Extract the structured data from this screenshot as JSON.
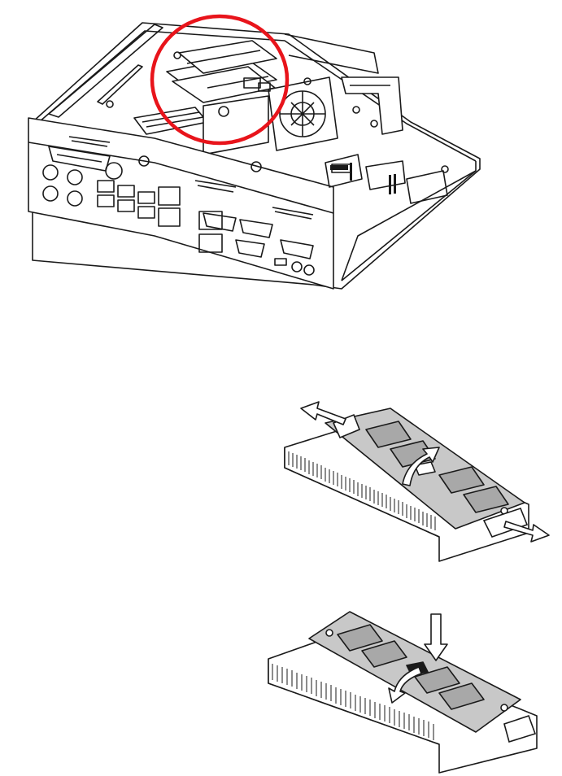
{
  "figures": [
    {
      "name": "chassis-exploded-view",
      "highlight_color": "#e8141b"
    },
    {
      "name": "sodimm-removal-step"
    },
    {
      "name": "sodimm-installation-step"
    }
  ],
  "colors": {
    "line": "#1a1a1a",
    "module_fill": "#c8c8c8",
    "chip_fill": "#a8a8a8",
    "highlight": "#e8141b",
    "background": "#ffffff"
  },
  "icons": [
    "release-arrow-left-icon",
    "release-arrow-right-icon",
    "tilt-arrow-icon",
    "press-down-arrow-icon"
  ]
}
